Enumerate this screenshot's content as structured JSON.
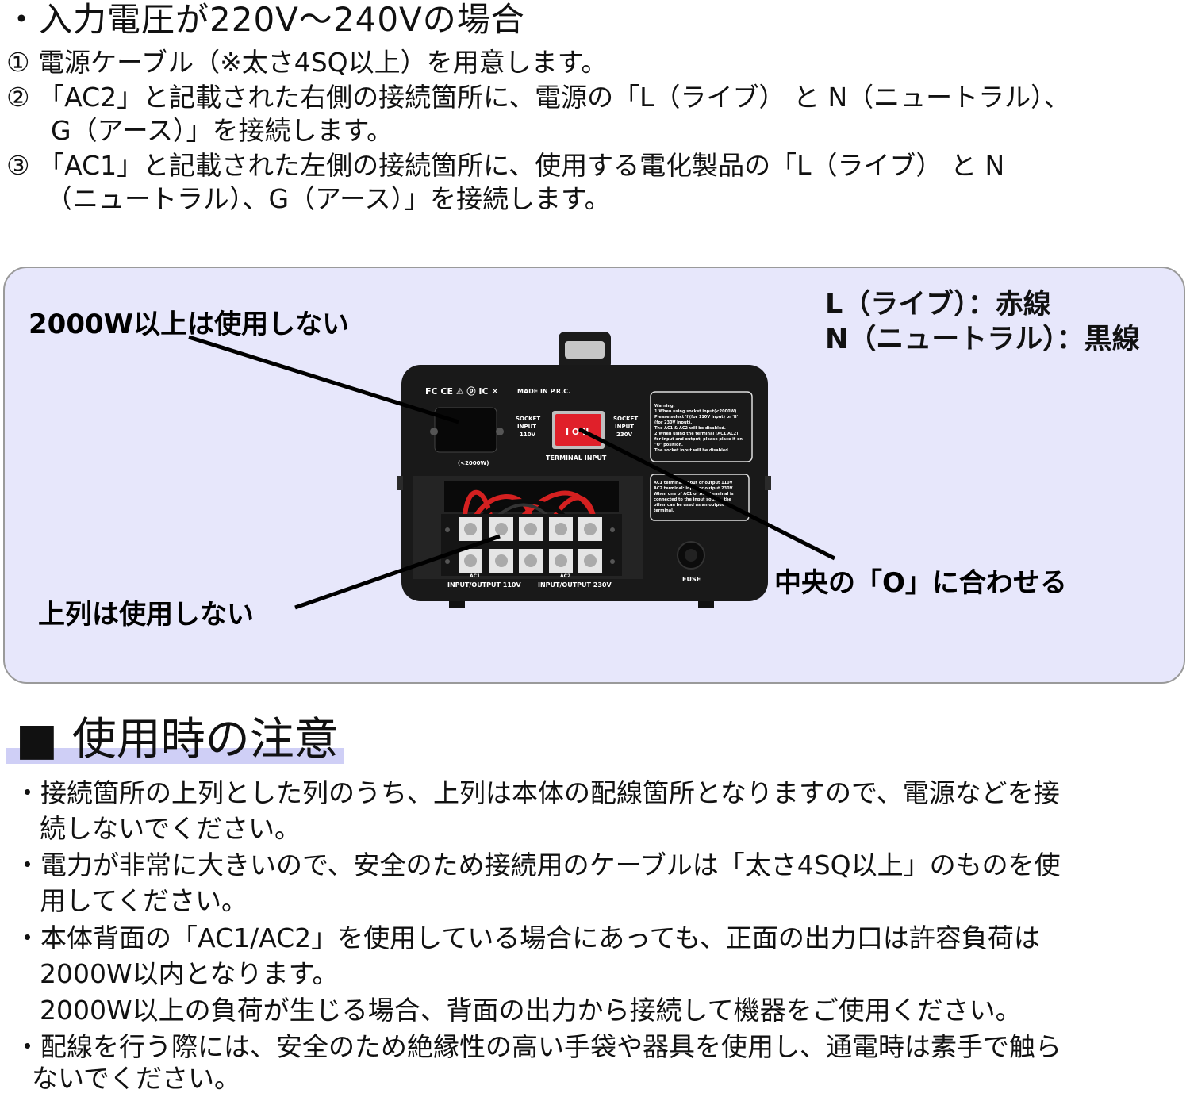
{
  "section1": {
    "title": "・入力電圧が220V～240Vの場合",
    "steps": [
      "① 電源ケーブル（※太さ4SQ以上）を用意します。",
      "② 「AC2」と記載された右側の接続箇所に、電源の「L（ライブ） と N（ニュートラル）、",
      "G（アース）」を接続します。",
      "③ 「AC1」と記載された左側の接続箇所に、使用する電化製品の「L（ライブ） と N",
      "（ニュートラル）、G（アース）」を接続します。"
    ]
  },
  "diagram": {
    "callout_2000w": "2000W以上は使用しない",
    "callout_top_row": "上列は使用しない",
    "callout_center": "中央の「O」に合わせる",
    "legend": [
      "L（ライブ）：赤線",
      "N（ニュートラル）：黒線"
    ],
    "device": {
      "cert_marks": "FC CE ⚠ ⓟ IC ✕",
      "made_in": "MADE IN P.R.C.",
      "socket_110": [
        "SOCKET",
        "INPUT",
        "110V"
      ],
      "socket_230": [
        "SOCKET",
        "INPUT",
        "230V"
      ],
      "socket_limit": "(<2000W)",
      "switch_marks": "I O II",
      "terminal_input": "TERMINAL INPUT",
      "warning_text": [
        "Warning:",
        "1.When using socket input(<2000W).",
        "Please select 'I'(for 110V input) or 'II'",
        "(for 230V input).",
        "The AC1 & AC2 will be disabled.",
        "2.When using the terminal (AC1,AC2)",
        "for input and output, please place it on",
        "\"O\" position.",
        "The socket input will be disabled."
      ],
      "ac_info": [
        "AC1 terminal: input or output 110V",
        "AC2 terminal: input or output 230V",
        "When one of AC1 or AC2 terminal is",
        "connected to the input source, the",
        "other can be used as an output",
        "terminal."
      ],
      "io_110": "INPUT/OUTPUT 110V",
      "io_230": "INPUT/OUTPUT 230V",
      "ac1": "AC1",
      "ac2": "AC2",
      "fuse": "FUSE"
    }
  },
  "section2": {
    "title": "■ 使用時の注意",
    "notes": [
      "・接続箇所の上列とした列のうち、上列は本体の配線箇所となりますので、電源などを接",
      "続しないでください。",
      "・電力が非常に大きいので、安全のため接続用のケーブルは「太さ4SQ以上」のものを使",
      "用してください。",
      "・本体背面の「AC1/AC2」を使用している場合にあっても、正面の出力口は許容負荷は",
      "2000W以内となります。",
      "2000W以上の負荷が生じる場合、背面の出力から接続して機器をご使用ください。",
      "・配線を行う際には、安全のため絶縁性の高い手袋や器具を使用し、通電時は素手で触ら",
      "ないでください。"
    ]
  },
  "colors": {
    "panel_bg": "#e7e7fb",
    "title_underline": "#cfcff6",
    "switch_red": "#e0202a"
  }
}
